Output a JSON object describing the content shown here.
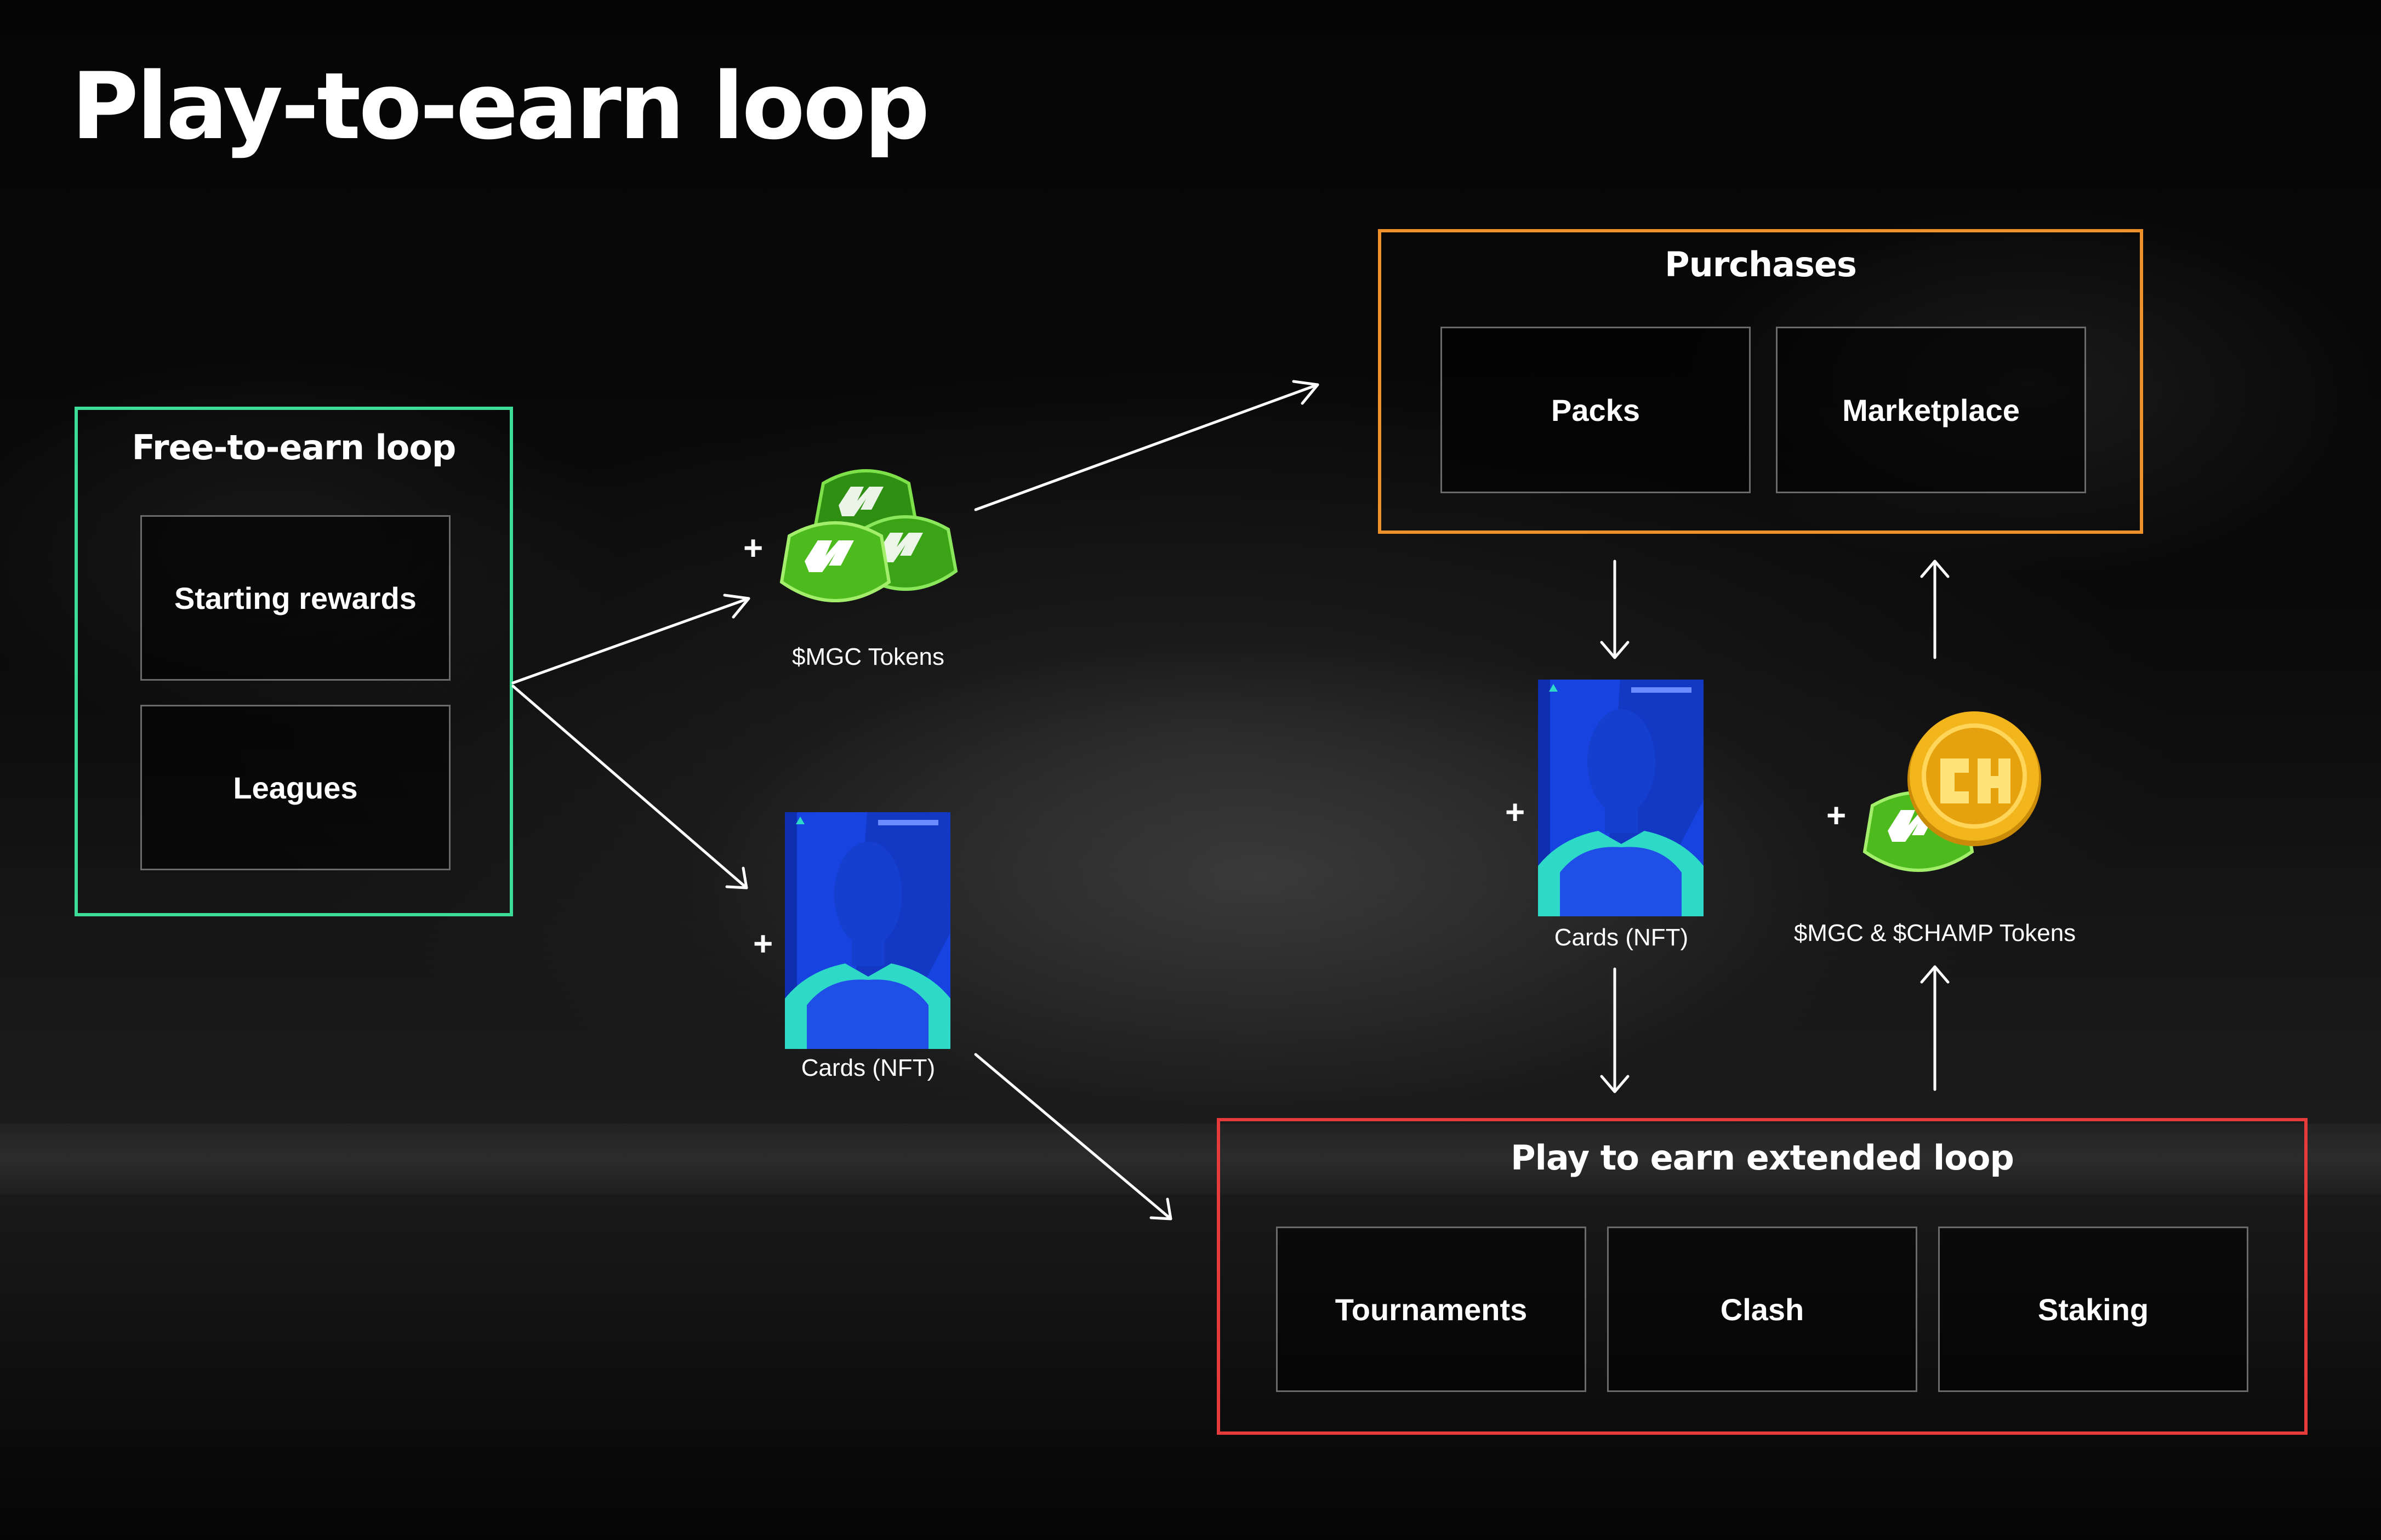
{
  "title": "Play-to-earn loop",
  "groups": {
    "free_to_earn": {
      "title": "Free-to-earn loop",
      "color": "#3ddc97",
      "items": [
        "Starting rewards",
        "Leagues"
      ]
    },
    "purchases": {
      "title": "Purchases",
      "color": "#f0922b",
      "items": [
        "Packs",
        "Marketplace"
      ]
    },
    "play_to_earn_extended": {
      "title": "Play to earn extended loop",
      "color": "#e63b3b",
      "items": [
        "Tournaments",
        "Clash",
        "Staking"
      ]
    }
  },
  "rewards": {
    "mgc_tokens": {
      "plus": "+",
      "label": "$MGC Tokens"
    },
    "cards_left": {
      "plus": "+",
      "label": "Cards (NFT)"
    },
    "cards_right": {
      "plus": "+",
      "label": "Cards (NFT)"
    },
    "mgc_champ_tokens": {
      "plus": "+",
      "label": "$MGC & $CHAMP Tokens"
    }
  },
  "colors": {
    "mgc_green": "#54c41f",
    "champ_gold": "#f2b51c",
    "card_blue": "#1744e0",
    "card_teal": "#2fd9c8"
  },
  "icons": [
    "mgc-token-icon",
    "champ-token-icon",
    "player-card-icon",
    "arrow-icon"
  ]
}
